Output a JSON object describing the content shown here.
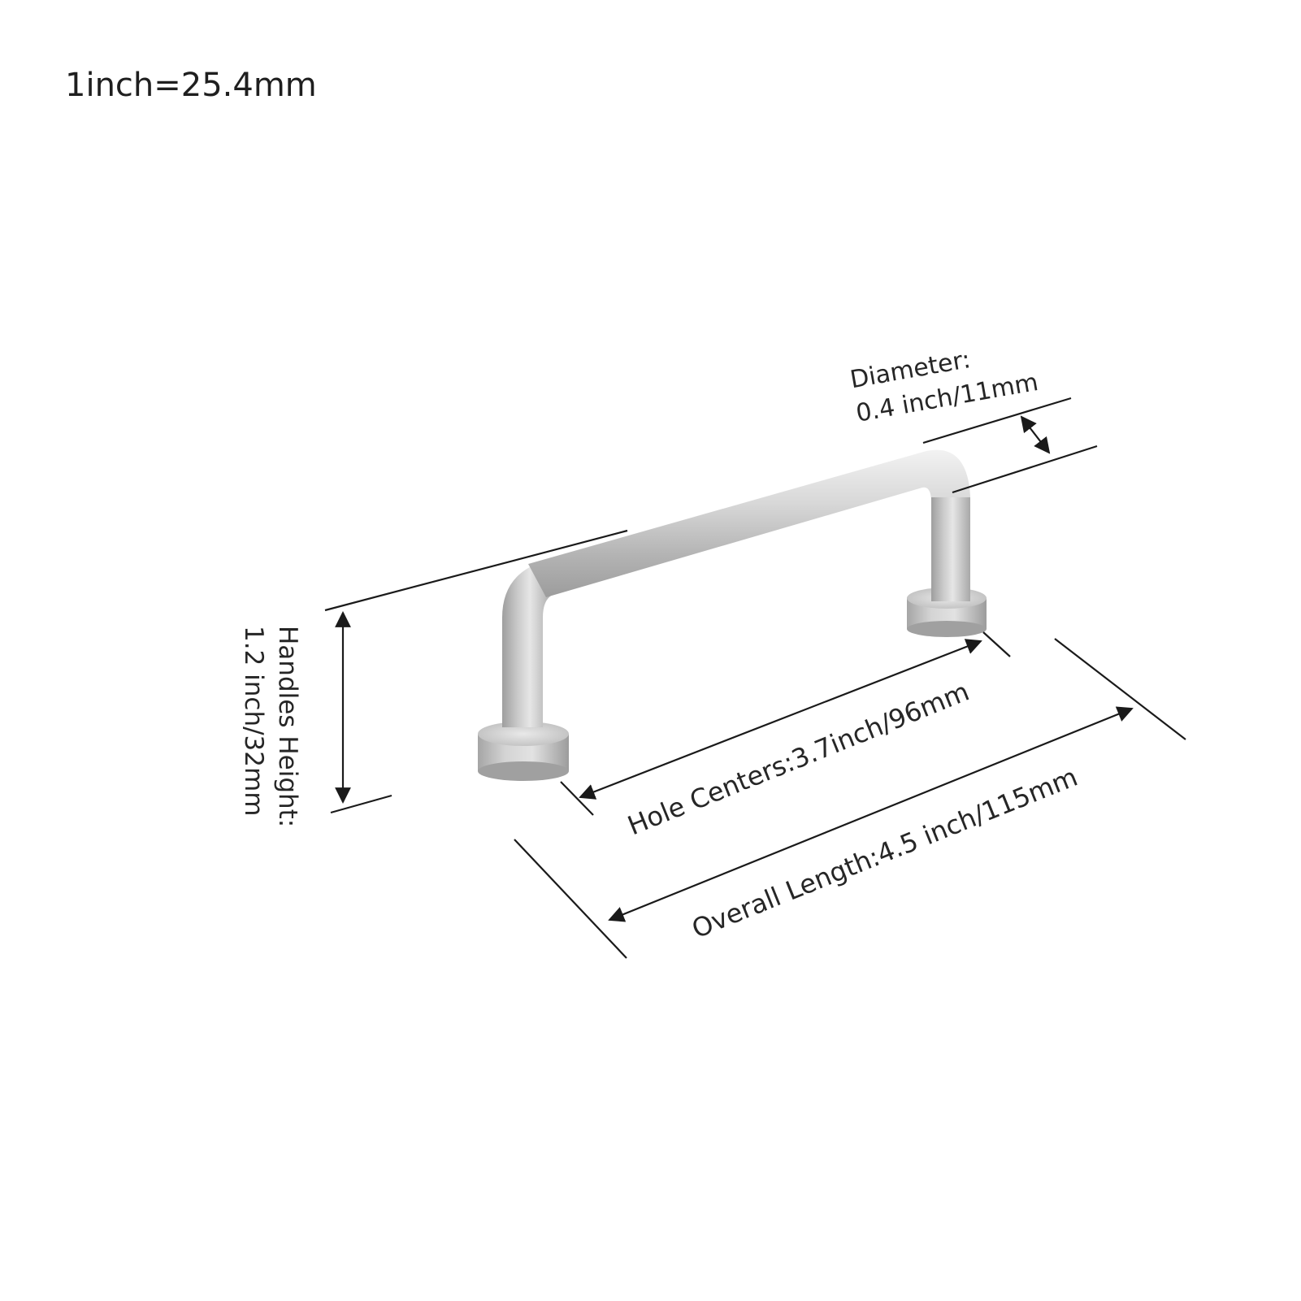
{
  "scale_note": "1inch=25.4mm",
  "dimensions": {
    "diameter": {
      "label": "Diameter:",
      "value": "0.4 inch/11mm"
    },
    "hole_centers": {
      "text": "Hole Centers:3.7inch/96mm"
    },
    "overall_length": {
      "text": "Overall Length:4.5 inch/115mm"
    },
    "handle_height": {
      "label": "Handles Height:",
      "value": "1.2 inch/32mm"
    }
  },
  "colors": {
    "line": "#1a1a1a",
    "metal_light": "#e4e4e4",
    "metal_mid": "#b9b9b9",
    "metal_dark": "#8f8f8f",
    "background": "#ffffff"
  }
}
